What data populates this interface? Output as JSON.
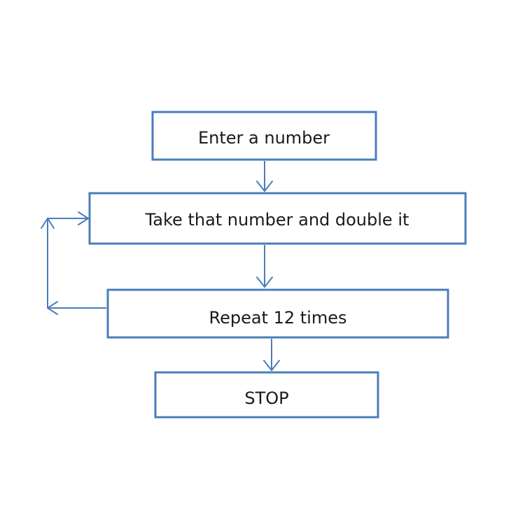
{
  "flowchart": {
    "steps": {
      "enter": "Enter a number",
      "double": "Take that number and double it",
      "repeat": "Repeat 12 times",
      "stop": "STOP"
    },
    "colors": {
      "border": "#4a7ebb",
      "text": "#1a1a1a",
      "background": "#ffffff"
    }
  }
}
